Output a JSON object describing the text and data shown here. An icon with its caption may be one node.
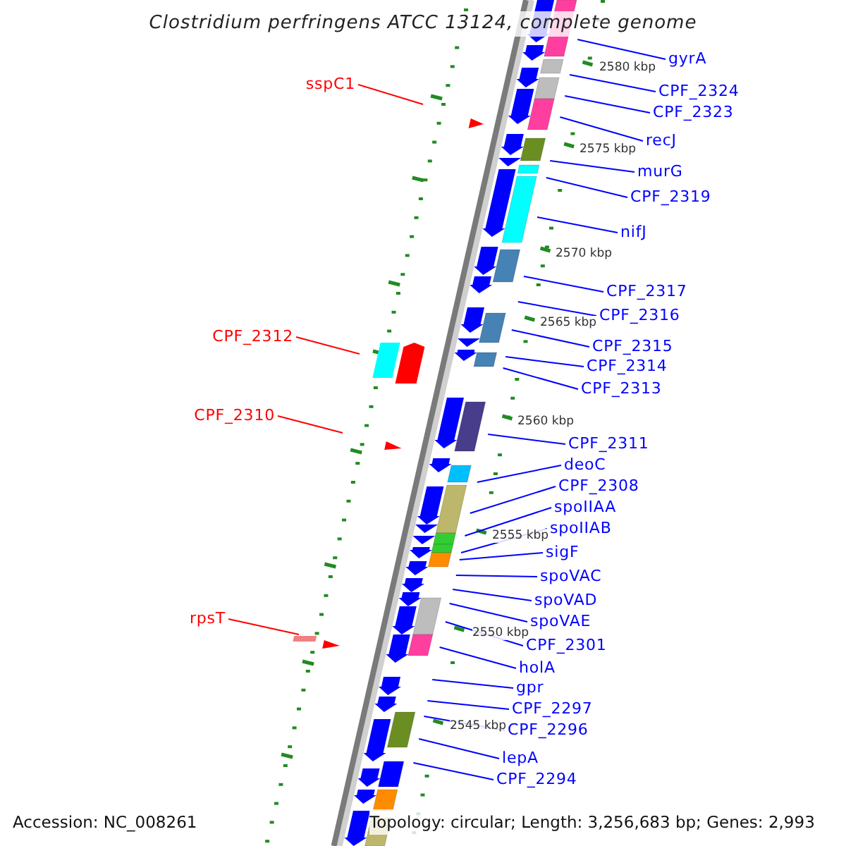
{
  "diagram": {
    "title": "Clostridium perfringens ATCC 13124, complete genome",
    "nodes": [
      {
        "text": [
          "gyrA"
        ]
      },
      {
        "text": [
          "sspC1"
        ]
      },
      {
        "text": [
          "CPF_2324"
        ]
      },
      {
        "text": [
          "CPF_2323"
        ]
      },
      {
        "text": [
          "recJ"
        ]
      },
      {
        "text": [
          "murG"
        ]
      },
      {
        "text": [
          "CPF_2319"
        ]
      },
      {
        "text": [
          "nifJ"
        ]
      },
      {
        "text": [
          "CPF_2317"
        ]
      },
      {
        "text": [
          "CPF_2316"
        ]
      },
      {
        "text": [
          "CPF_2312"
        ]
      },
      {
        "text": [
          "CPF_2315"
        ]
      },
      {
        "text": [
          "CPF_2314"
        ]
      },
      {
        "text": [
          "CPF_2313"
        ]
      },
      {
        "text": [
          "CPF_2310"
        ]
      },
      {
        "text": [
          "CPF_2311"
        ]
      },
      {
        "text": [
          "deoC"
        ]
      },
      {
        "text": [
          "CPF_2308"
        ]
      },
      {
        "text": [
          "spoIIAA"
        ]
      },
      {
        "text": [
          "spoIIAB"
        ]
      },
      {
        "text": [
          "sigF"
        ]
      },
      {
        "text": [
          "spoVAC"
        ]
      },
      {
        "text": [
          "spoVAD"
        ]
      },
      {
        "text": [
          "rpsT"
        ]
      },
      {
        "text": [
          "spoVAE"
        ]
      },
      {
        "text": [
          "CPF_2301"
        ]
      },
      {
        "text": [
          "holA"
        ]
      },
      {
        "text": [
          "gpr"
        ]
      },
      {
        "text": [
          "CPF_2297"
        ]
      },
      {
        "text": [
          "CPF_2296"
        ]
      },
      {
        "text": [
          "lepA"
        ]
      },
      {
        "text": [
          "CPF_2294"
        ]
      }
    ],
    "edges": [
      {
        "from": 0,
        "to": null,
        "arrow": "none"
      },
      {
        "from": 1,
        "to": null,
        "arrow": "none",
        "color": "#ff0000"
      },
      {
        "from": 2,
        "to": null,
        "arrow": "none"
      },
      {
        "from": 3,
        "to": null,
        "arrow": "none"
      },
      {
        "from": 4,
        "to": null,
        "arrow": "none"
      },
      {
        "from": 5,
        "to": null,
        "arrow": "none"
      },
      {
        "from": 6,
        "to": null,
        "arrow": "none"
      },
      {
        "from": 7,
        "to": null,
        "arrow": "none"
      },
      {
        "from": 8,
        "to": null,
        "arrow": "none"
      },
      {
        "from": 9,
        "to": null,
        "arrow": "none"
      },
      {
        "from": 10,
        "to": null,
        "arrow": "none",
        "color": "#ff0000"
      },
      {
        "from": 11,
        "to": null,
        "arrow": "none"
      },
      {
        "from": 12,
        "to": null,
        "arrow": "none"
      },
      {
        "from": 13,
        "to": null,
        "arrow": "none"
      },
      {
        "from": 14,
        "to": null,
        "arrow": "none",
        "color": "#ff0000"
      },
      {
        "from": 15,
        "to": null,
        "arrow": "none"
      },
      {
        "from": 16,
        "to": null,
        "arrow": "none"
      },
      {
        "from": 17,
        "to": null,
        "arrow": "none"
      },
      {
        "from": 18,
        "to": null,
        "arrow": "none"
      },
      {
        "from": 19,
        "to": null,
        "arrow": "none"
      },
      {
        "from": 20,
        "to": null,
        "arrow": "none"
      },
      {
        "from": 21,
        "to": null,
        "arrow": "none"
      },
      {
        "from": 22,
        "to": null,
        "arrow": "none"
      },
      {
        "from": 23,
        "to": null,
        "arrow": "none",
        "color": "#ff0000"
      },
      {
        "from": 24,
        "to": null,
        "arrow": "none"
      },
      {
        "from": 25,
        "to": null,
        "arrow": "none"
      },
      {
        "from": 26,
        "to": null,
        "arrow": "none"
      },
      {
        "from": 27,
        "to": null,
        "arrow": "none"
      },
      {
        "from": 28,
        "to": null,
        "arrow": "none"
      },
      {
        "from": 29,
        "to": null,
        "arrow": "none"
      },
      {
        "from": 30,
        "to": null,
        "arrow": "none"
      },
      {
        "from": 31,
        "to": null,
        "arrow": "none"
      }
    ],
    "labels": [
      "2580 kbp",
      "2575 kbp",
      "2570 kbp",
      "2565 kbp",
      "2560 kbp",
      "2555 kbp",
      "2550 kbp",
      "2545 kbp",
      "Accession: NC_008261",
      "Topology: circular; Length: 3,256,683 bp; Genes: 2,993"
    ]
  }
}
